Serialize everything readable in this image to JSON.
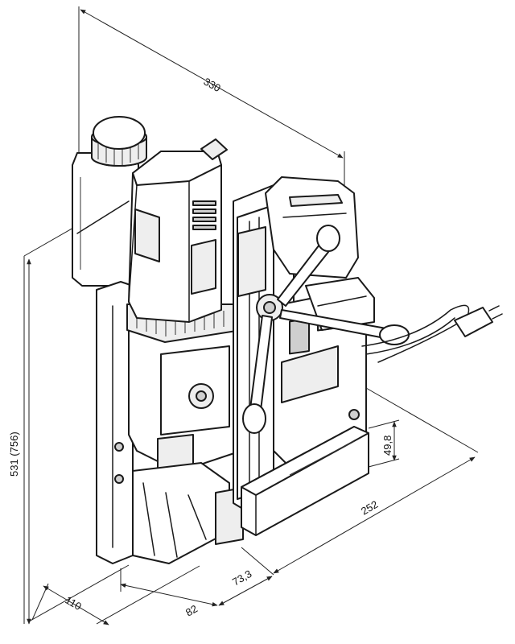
{
  "dimensions": {
    "depth_top": "330",
    "height": "531 (756)",
    "base_height": "49,8",
    "length": "252",
    "offset_a": "73,3",
    "offset_b": "82",
    "width": "110"
  }
}
